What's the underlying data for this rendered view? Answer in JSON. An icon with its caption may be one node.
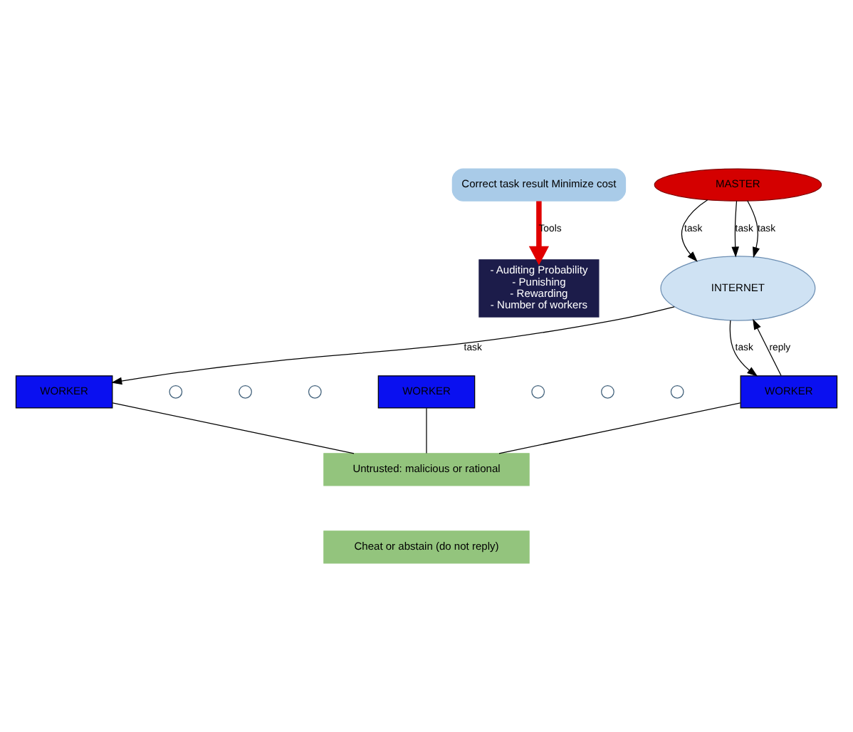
{
  "diagram": {
    "nodes": [
      {
        "text": [
          "Correct task result Minimize cost"
        ]
      },
      {
        "text": [
          "MASTER"
        ]
      },
      {
        "text": [
          "INTERNET"
        ]
      },
      {
        "text": [
          "WORKER"
        ]
      },
      {
        "text": [],
        "shape": "circle"
      },
      {
        "text": [],
        "shape": "circle"
      },
      {
        "text": [],
        "shape": "circle"
      },
      {
        "text": [
          "WORKER"
        ]
      },
      {
        "text": [],
        "shape": "circle"
      },
      {
        "text": [],
        "shape": "circle"
      },
      {
        "text": [],
        "shape": "circle"
      },
      {
        "text": [
          "WORKER"
        ]
      },
      {
        "text": [
          "- Auditing Probability",
          "- Punishing",
          "- Rewarding",
          "- Number of workers"
        ]
      },
      {
        "text": [
          "Untrusted: malicious or rational"
        ]
      },
      {
        "text": [
          "Cheat or abstain (do not reply)"
        ]
      }
    ],
    "edges": [
      {
        "from": 1,
        "to": 2,
        "arrow": "to",
        "label": "task"
      },
      {
        "from": 1,
        "to": 2,
        "arrow": "to",
        "label": "task"
      },
      {
        "from": 1,
        "to": 2,
        "arrow": "to",
        "label": "task"
      },
      {
        "from": 2,
        "to": 3,
        "arrow": "to",
        "label": "task"
      },
      {
        "from": 2,
        "to": 11,
        "arrow": "to",
        "label": "task"
      },
      {
        "from": 11,
        "to": 2,
        "arrow": "to",
        "label": "reply"
      },
      {
        "from": 0,
        "to": 12,
        "arrow": "to",
        "label": "Tools",
        "style": "thick",
        "color": "#e00000"
      },
      {
        "from": 3,
        "to": 13,
        "arrow": "none"
      },
      {
        "from": 7,
        "to": 13,
        "arrow": "none"
      },
      {
        "from": 11,
        "to": 13,
        "arrow": "none"
      }
    ]
  }
}
